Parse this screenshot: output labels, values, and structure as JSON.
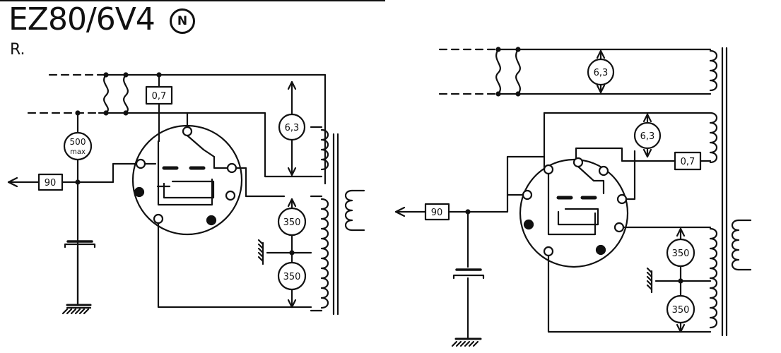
{
  "header": {
    "title": "EZ80/6V4",
    "badge": "N",
    "subtitle": "R."
  },
  "left": {
    "fuse_value": "0,7",
    "meter_top": "500",
    "meter_bottom": "max",
    "output_value": "90",
    "heater_voltage": "6,3",
    "winding_upper": "350",
    "winding_lower": "350"
  },
  "right": {
    "heater_voltage_top": "6,3",
    "heater_voltage_mid": "6,3",
    "fuse_value": "0,7",
    "output_value": "90",
    "winding_upper": "350",
    "winding_lower": "350"
  }
}
